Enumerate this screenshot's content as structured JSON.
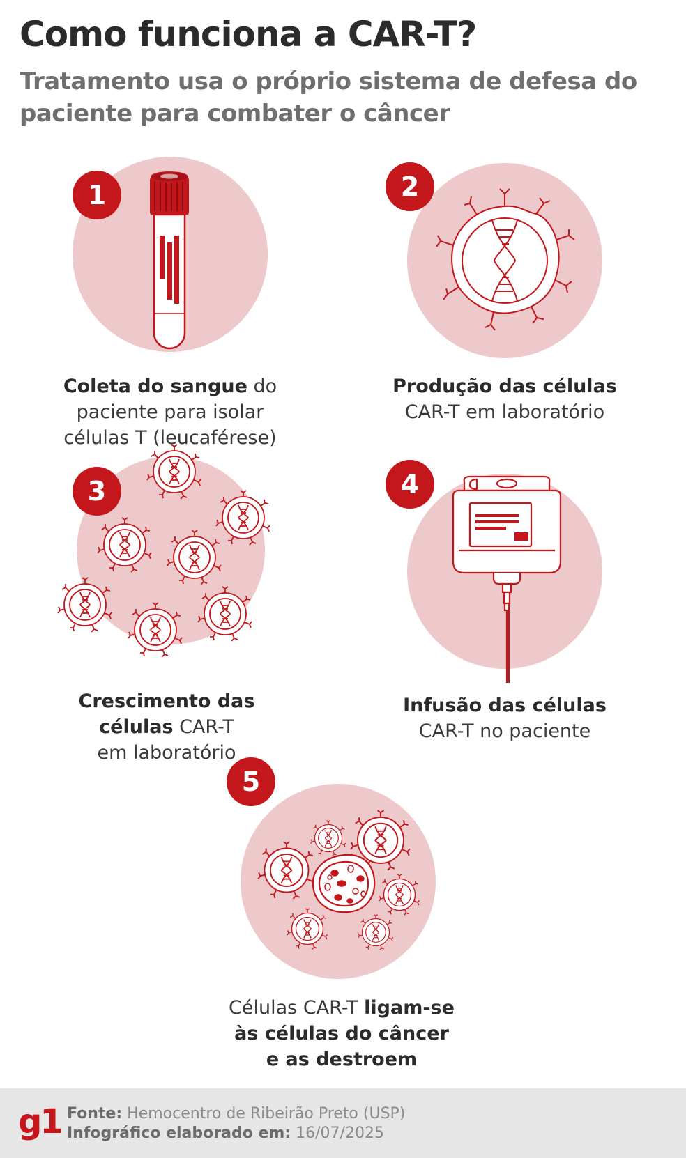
{
  "header": {
    "title": "Como funciona a CAR-T?",
    "subtitle": "Tratamento usa o próprio sistema de defesa do paciente para combater o câncer"
  },
  "colors": {
    "accent": "#c4171c",
    "circle_fill": "#edc9cb",
    "title": "#2b2b2b",
    "subtitle": "#6f6f6f",
    "footer_bg": "#e7e6e6"
  },
  "steps": [
    {
      "number": "1",
      "icon": "blood-tube-icon",
      "caption_lines": [
        {
          "bold": "Coleta do sangue",
          "normal": " do"
        },
        {
          "bold": "",
          "normal": "paciente para isolar"
        },
        {
          "bold": "",
          "normal": "células T (leucaférese)"
        }
      ]
    },
    {
      "number": "2",
      "icon": "car-t-cell-icon",
      "caption_lines": [
        {
          "bold": "Produção das células",
          "normal": ""
        },
        {
          "bold": "",
          "normal": "CAR-T em laboratório"
        }
      ]
    },
    {
      "number": "3",
      "icon": "multiplying-cells-icon",
      "caption_lines": [
        {
          "bold": "Crescimento das",
          "normal": ""
        },
        {
          "bold": "células",
          "normal": " CAR-T"
        },
        {
          "bold": "",
          "normal": "em laboratório"
        }
      ]
    },
    {
      "number": "4",
      "icon": "iv-bag-icon",
      "caption_lines": [
        {
          "bold": "Infusão das células",
          "normal": ""
        },
        {
          "bold": "",
          "normal": "CAR-T no paciente"
        }
      ]
    },
    {
      "number": "5",
      "icon": "cells-attacking-cancer-icon",
      "caption_lines": [
        {
          "bold": "",
          "normal": "Células CAR-T ",
          "bold_after": "ligam-se"
        },
        {
          "bold": "às células do câncer",
          "normal": ""
        },
        {
          "bold": "e as destroem",
          "normal": ""
        }
      ]
    }
  ],
  "footer": {
    "logo": "g1",
    "source_label": "Fonte:",
    "source_value": "Hemocentro de Ribeirão Preto (USP)",
    "date_label": "Infográfico elaborado em:",
    "date_value": "16/07/2025"
  }
}
